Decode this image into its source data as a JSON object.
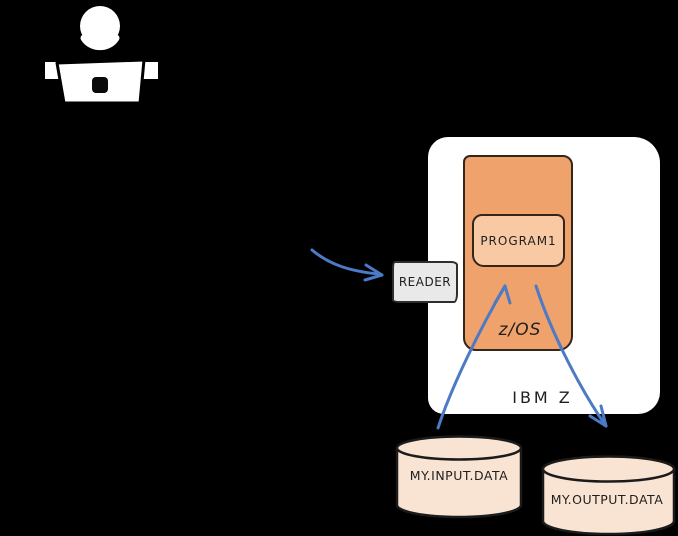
{
  "meta": {
    "description": "Hand-drawn style diagram of a user submitting work to an IBM Z mainframe: a reader passes the job to PROGRAM1 running under z/OS, which reads an input data set and writes an output data set.",
    "background": "#000000"
  },
  "colors": {
    "arrow_blue": "#4c7ac5",
    "os_fill": "#efa26b",
    "program_fill": "#f8c9a3",
    "dataset_fill": "#f9e4d3",
    "reader_fill": "#e9e9e9",
    "mainframe_fill": "#ffffff",
    "ink": "#1f1f1f"
  },
  "nodes": {
    "user": {
      "icon": "person-at-laptop-icon"
    },
    "reader": {
      "label": "READER"
    },
    "mainframe": {
      "label": "IBM Z"
    },
    "os": {
      "label": "z/OS"
    },
    "program": {
      "label": "PROGRAM1"
    },
    "input_dataset": {
      "label": "MY.INPUT.DATA",
      "shape": "cylinder"
    },
    "output_dataset": {
      "label": "MY.OUTPUT.DATA",
      "shape": "cylinder"
    }
  },
  "edges": [
    {
      "from": "user",
      "to": "reader",
      "style": "curved blue arrow"
    },
    {
      "from": "input_dataset",
      "to": "program",
      "style": "blue arrow up"
    },
    {
      "from": "program",
      "to": "output_dataset",
      "style": "blue arrow down"
    }
  ]
}
